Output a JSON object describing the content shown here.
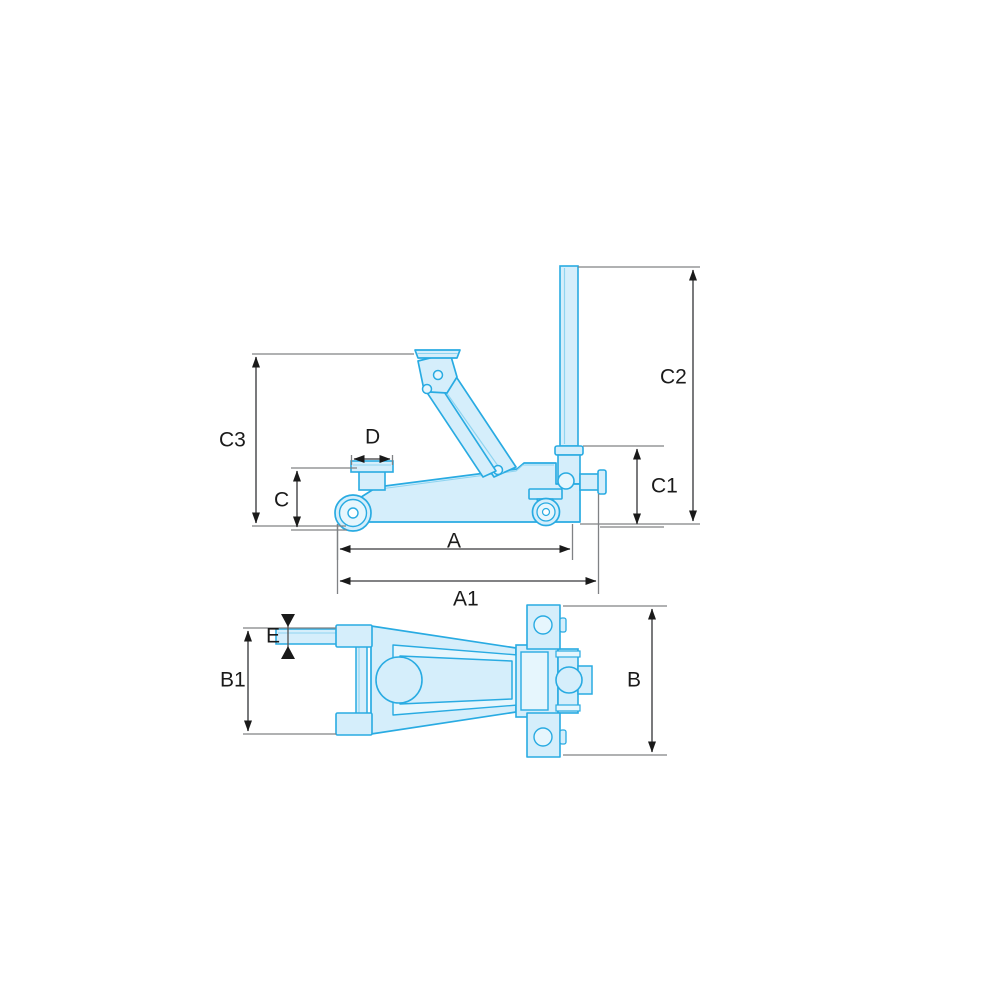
{
  "document": {
    "type": "technical-dimension-drawing",
    "subject": "hydraulic trolley floor jack",
    "background_color": "#ffffff",
    "views": [
      {
        "id": "side-view",
        "name": "Side elevation view"
      },
      {
        "id": "top-view",
        "name": "Top plan view"
      }
    ]
  },
  "colors": {
    "part_fill": "#d5eefb",
    "part_fill_light": "#e6f6fd",
    "part_stroke": "#29abe2",
    "dimension_line": "#58595b",
    "extension_line": "#808285",
    "arrow_fill": "#1a1a1a",
    "label_text": "#1a1a1a"
  },
  "dimensions": {
    "side_view": [
      {
        "id": "C3",
        "label": "C3",
        "orientation": "vertical",
        "description": "overall height to raised saddle top"
      },
      {
        "id": "C",
        "label": "C",
        "orientation": "vertical",
        "description": "minimum saddle height"
      },
      {
        "id": "D",
        "label": "D",
        "orientation": "horizontal",
        "description": "saddle diameter"
      },
      {
        "id": "C2",
        "label": "C2",
        "orientation": "vertical",
        "description": "overall height including handle"
      },
      {
        "id": "C1",
        "label": "C1",
        "orientation": "vertical",
        "description": "height of handle socket"
      },
      {
        "id": "A",
        "label": "A",
        "orientation": "horizontal",
        "description": "wheelbase length"
      },
      {
        "id": "A1",
        "label": "A1",
        "orientation": "horizontal",
        "description": "overall chassis length"
      }
    ],
    "top_view": [
      {
        "id": "B1",
        "label": "B1",
        "orientation": "vertical",
        "description": "front chassis width"
      },
      {
        "id": "E",
        "label": "E",
        "orientation": "vertical",
        "description": "handle tube diameter"
      },
      {
        "id": "B",
        "label": "B",
        "orientation": "vertical",
        "description": "rear axle overall width"
      }
    ]
  },
  "labels": {
    "C3": "C3",
    "C": "C",
    "D": "D",
    "C2": "C2",
    "C1": "C1",
    "A": "A",
    "A1": "A1",
    "B1": "B1",
    "E": "E",
    "B": "B"
  },
  "parts": {
    "side_view": [
      "chassis-body",
      "front-wheel",
      "rear-caster-wheel",
      "saddle-column",
      "saddle-pad",
      "lift-arm",
      "lift-link",
      "handle-tube",
      "handle-socket",
      "release-valve-spigot",
      "pivot-pin-upper",
      "pivot-pin-lower",
      "pivot-pin-body"
    ],
    "top_view": [
      "chassis-plate",
      "handle-tube",
      "front-cross-member",
      "front-wheel-left",
      "front-wheel-right",
      "lift-arm",
      "cylinder-circle",
      "pump-housing",
      "rear-axle-bar",
      "rear-caster-left",
      "rear-caster-right",
      "valve-knob"
    ]
  }
}
